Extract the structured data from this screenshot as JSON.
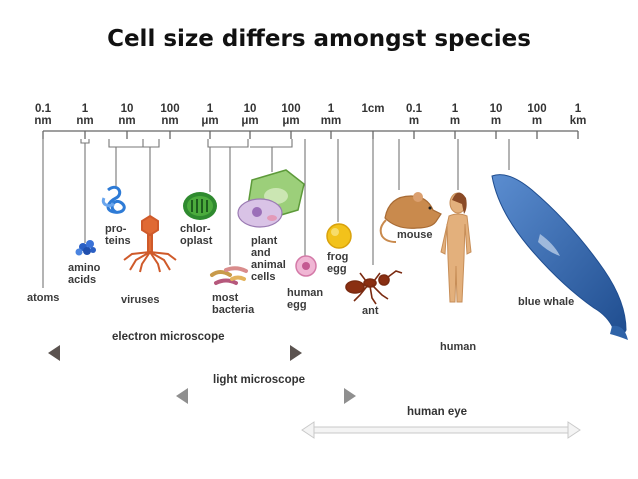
{
  "title": "Cell size differs amongst species",
  "scale_ticks": [
    {
      "value": "0.1",
      "unit": "nm"
    },
    {
      "value": "1",
      "unit": "nm"
    },
    {
      "value": "10",
      "unit": "nm"
    },
    {
      "value": "100",
      "unit": "nm"
    },
    {
      "value": "1",
      "unit": "μm"
    },
    {
      "value": "10",
      "unit": "μm"
    },
    {
      "value": "100",
      "unit": "μm"
    },
    {
      "value": "1",
      "unit": "mm"
    },
    {
      "value": "1cm",
      "unit": ""
    },
    {
      "value": "0.1",
      "unit": "m"
    },
    {
      "value": "1",
      "unit": "m"
    },
    {
      "value": "10",
      "unit": "m"
    },
    {
      "value": "100",
      "unit": "m"
    },
    {
      "value": "1",
      "unit": "km"
    }
  ],
  "items": {
    "atoms": "atoms",
    "amino_acids": "amino acids",
    "proteins": "pro- teins",
    "viruses": "viruses",
    "chloroplast": "chlor- oplast",
    "most_bacteria": "most bacteria",
    "plant_animal_cells": "plant and animal cells",
    "human_egg": "human egg",
    "frog_egg": "frog egg",
    "ant": "ant",
    "mouse": "mouse",
    "human": "human",
    "blue_whale": "blue whale"
  },
  "ranges": {
    "electron": "electron microscope",
    "light": "light microscope",
    "eye": "human eye"
  },
  "colors": {
    "electron_arrow": "#5b5350",
    "light_arrow": "#8f8f8f",
    "eye_arrow": "#d6d6d6",
    "scale_line": "#666666",
    "whale": "#2f63a8",
    "ant": "#8a2f12",
    "virus": "#d2592a",
    "chloroplast": "#2f8a2f",
    "frog_egg": "#f2c21b",
    "mouse": "#c98a4d",
    "human": "#e3b07c",
    "protein": "#3a7fd0"
  }
}
